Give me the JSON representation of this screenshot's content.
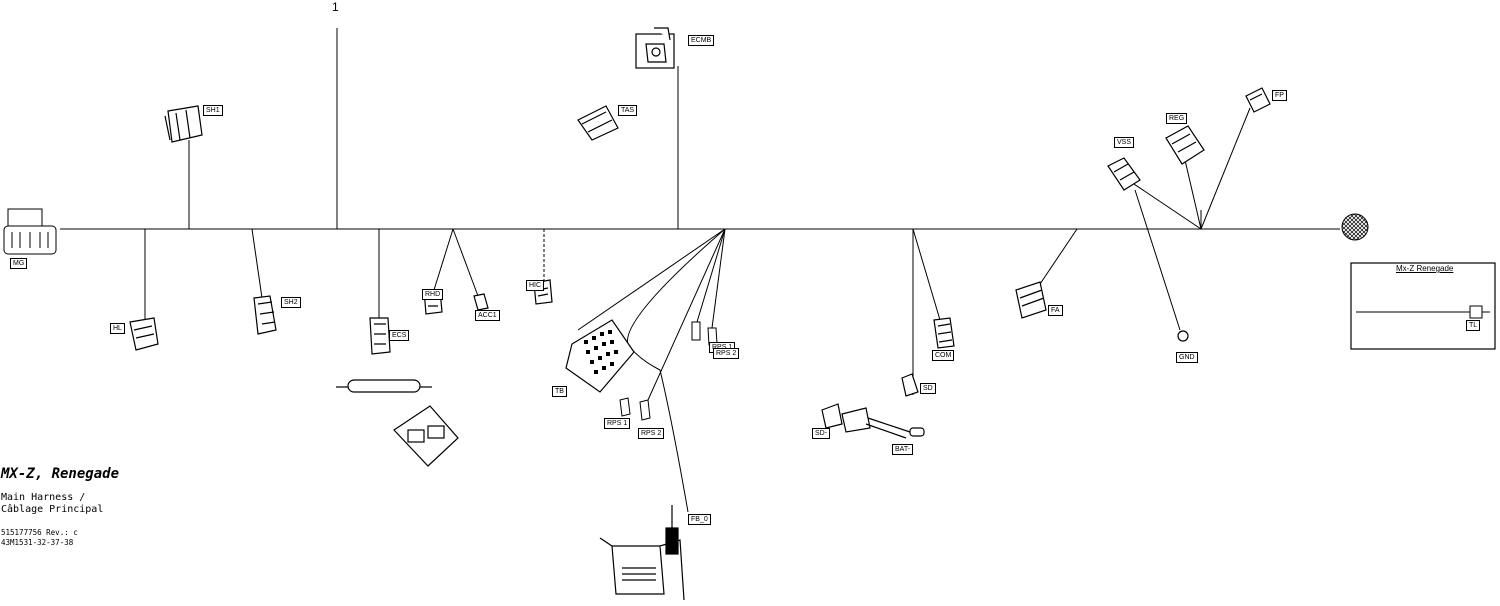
{
  "title_block": {
    "model": "MX-Z, Renegade",
    "subtitle_line1": "Main Harness /",
    "subtitle_line2": "Câblage Principal",
    "part_number": "515177756 Rev.: c",
    "drawing_ref": "43M1531-32-37-38"
  },
  "callout_number": "1",
  "inset": {
    "title": "Mx-Z Renegade",
    "label": "TL"
  },
  "connectors": [
    {
      "id": "mg",
      "label": "MG"
    },
    {
      "id": "sh1",
      "label": "SH1"
    },
    {
      "id": "hl",
      "label": "HL"
    },
    {
      "id": "sh2",
      "label": "SH2"
    },
    {
      "id": "rhd",
      "label": "RHD"
    },
    {
      "id": "acc",
      "label": "ACC1"
    },
    {
      "id": "hic",
      "label": "HIC"
    },
    {
      "id": "tas",
      "label": "TAS"
    },
    {
      "id": "ecm",
      "label": "ECMB"
    },
    {
      "id": "ecs",
      "label": "ECS"
    },
    {
      "id": "tb",
      "label": "TB"
    },
    {
      "id": "rps1a",
      "label": "RPS 1"
    },
    {
      "id": "rps2a",
      "label": "RPS 2"
    },
    {
      "id": "rps1b",
      "label": "RPS 1"
    },
    {
      "id": "rps2b",
      "label": "RPS 2"
    },
    {
      "id": "fb",
      "label": "FB_0"
    },
    {
      "id": "com",
      "label": "COM"
    },
    {
      "id": "sd",
      "label": "SD"
    },
    {
      "id": "sdm",
      "label": "SD-"
    },
    {
      "id": "bat",
      "label": "BAT-"
    },
    {
      "id": "fa",
      "label": "FA"
    },
    {
      "id": "vss",
      "label": "VSS"
    },
    {
      "id": "gnd",
      "label": "GND"
    },
    {
      "id": "reg",
      "label": "REG"
    },
    {
      "id": "fp",
      "label": "FP"
    }
  ],
  "colors": {
    "line": "#000000",
    "bg": "#ffffff"
  }
}
